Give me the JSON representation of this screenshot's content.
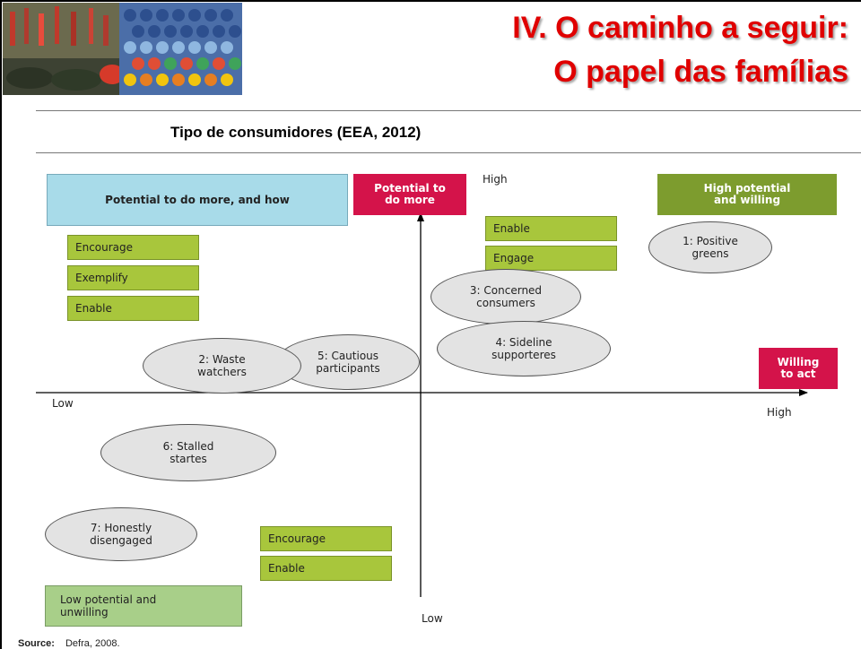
{
  "header": {
    "title_line1": "IV. O caminho a seguir:",
    "title_line2": "O papel das famílias"
  },
  "subtitle": "Tipo de consumidores (EEA, 2012)",
  "diagram": {
    "axis_labels": {
      "y_high": "High",
      "y_low": "Low",
      "x_low": "Low",
      "x_high": "High"
    },
    "header_boxes": {
      "potential_more_how": "Potential to do more, and how",
      "potential_more": "Potential to do more",
      "high_potential_willing": "High potential and willing",
      "willing_to_act": "Willing to act",
      "low_potential_unwilling": "Low potential and unwilling"
    },
    "action_boxes": {
      "upper_left": [
        "Encourage",
        "Exemplify",
        "Enable"
      ],
      "upper_right": [
        "Enable",
        "Engage"
      ],
      "lower_left": [
        "Encourage",
        "Enable"
      ]
    },
    "segments": [
      "1: Positive greens",
      "2: Waste watchers",
      "3: Concerned consumers",
      "4: Sideline supporteres",
      "5: Cautious participants",
      "6: Stalled startes",
      "7: Honestly disengaged"
    ]
  },
  "source": {
    "label": "Source:",
    "text": "Defra, 2008."
  },
  "colors": {
    "title": "#e00000",
    "action_green": "#a8c63c",
    "header_blue": "#a8dbe9",
    "header_red": "#d4134a",
    "header_olive": "#7d9c2e",
    "header_pale_green": "#a8cf89",
    "ellipse_fill": "#e3e3e3"
  }
}
